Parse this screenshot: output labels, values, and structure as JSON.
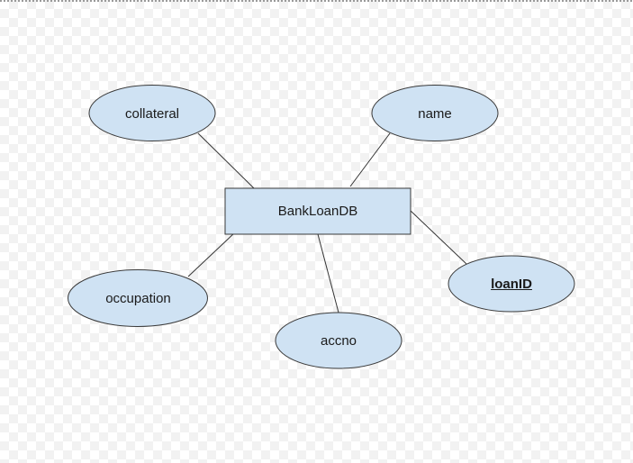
{
  "diagram": {
    "entity": {
      "name": "BankLoanDB"
    },
    "attributes": [
      {
        "id": "collateral",
        "label": "collateral",
        "key": false
      },
      {
        "id": "name",
        "label": "name",
        "key": false
      },
      {
        "id": "occupation",
        "label": "occupation",
        "key": false
      },
      {
        "id": "accno",
        "label": "accno",
        "key": false
      },
      {
        "id": "loanid",
        "label": "loanID",
        "key": true
      }
    ],
    "colors": {
      "shape_fill": "#cfe2f3",
      "shape_stroke": "#3a3a3a",
      "line": "#333333",
      "text": "#1a1a1a"
    }
  }
}
